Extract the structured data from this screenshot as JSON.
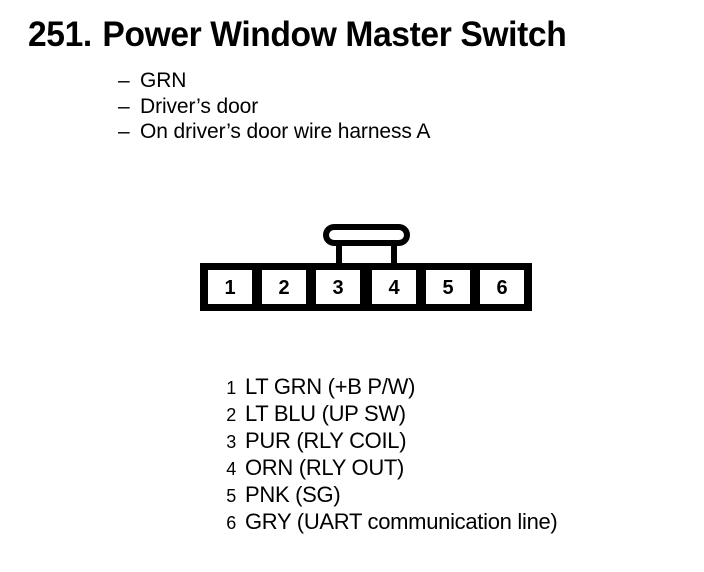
{
  "header": {
    "number": "251.",
    "title": "Power Window Master Switch"
  },
  "description": {
    "dash": "–",
    "items": [
      "GRN",
      "Driver’s door",
      "On driver’s door wire harness A"
    ]
  },
  "connector": {
    "name": "6-pin connector",
    "latch_name": "connector-latch-tab",
    "pin_count": 6,
    "pin_labels": [
      "1",
      "2",
      "3",
      "4",
      "5",
      "6"
    ],
    "stroke_color": "#000000",
    "fill_color": "#ffffff"
  },
  "pin_legend": [
    {
      "num": "1",
      "desc": "LT GRN (+B P/W)"
    },
    {
      "num": "2",
      "desc": "LT BLU (UP SW)"
    },
    {
      "num": "3",
      "desc": "PUR (RLY COIL)"
    },
    {
      "num": "4",
      "desc": "ORN (RLY OUT)"
    },
    {
      "num": "5",
      "desc": "PNK (SG)"
    },
    {
      "num": "6",
      "desc": "GRY (UART communication line)"
    }
  ],
  "colors": {
    "background": "#ffffff",
    "ink": "#000000"
  }
}
